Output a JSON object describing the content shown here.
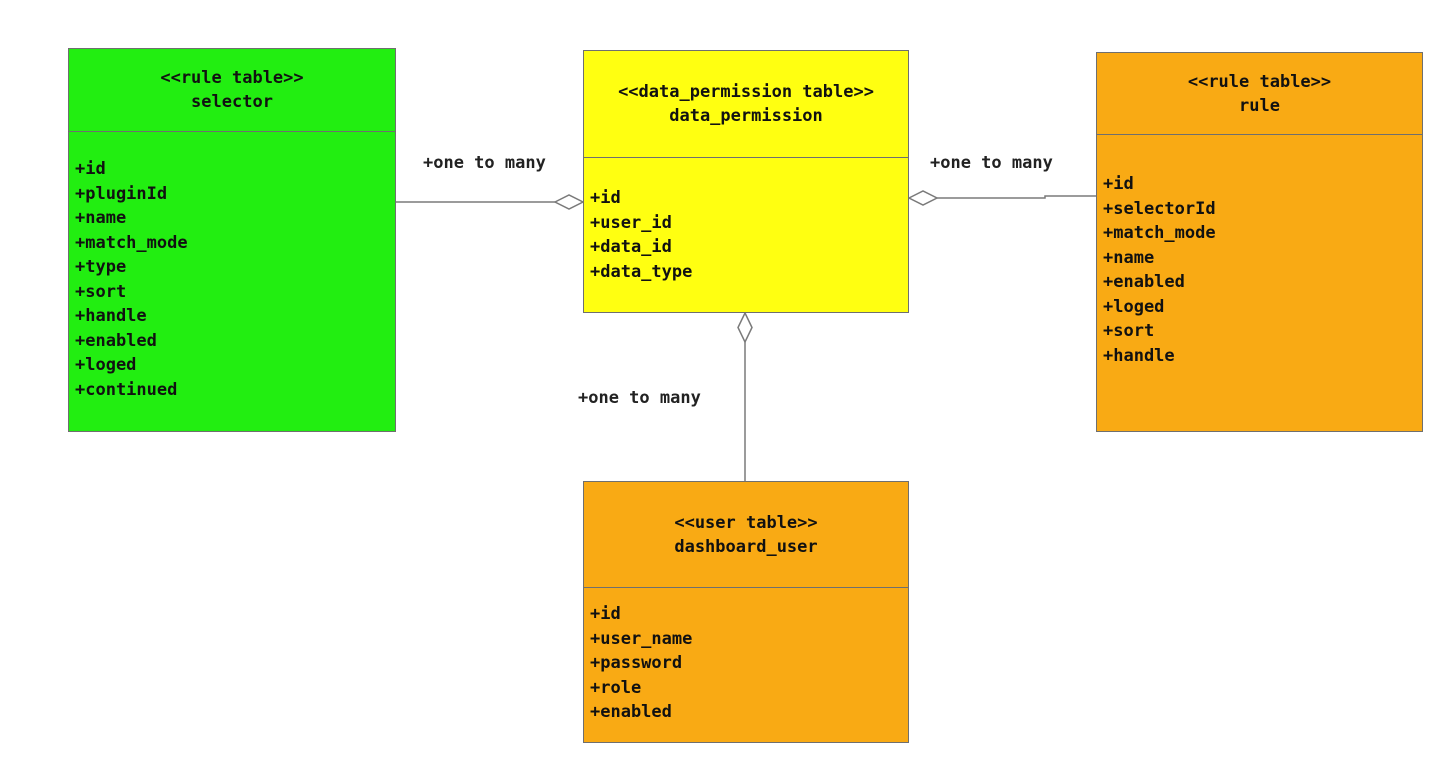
{
  "colors": {
    "green": "#22ee11",
    "yellow": "#ffff11",
    "orange": "#f9aa14",
    "line": "#7a7a7a"
  },
  "classes": {
    "selector": {
      "stereotype": "<<rule table>>",
      "name": "selector",
      "attributes": [
        "+id",
        "+pluginId",
        "+name",
        "+match_mode",
        "+type",
        "+sort",
        "+handle",
        "+enabled",
        "+loged",
        "+continued"
      ]
    },
    "data_permission": {
      "stereotype": "<<data_permission table>>",
      "name": "data_permission",
      "attributes": [
        "+id",
        "+user_id",
        "+data_id",
        "+data_type"
      ]
    },
    "rule": {
      "stereotype": "<<rule table>>",
      "name": "rule",
      "attributes": [
        "+id",
        "+selectorId",
        "+match_mode",
        "+name",
        "+enabled",
        "+loged",
        "+sort",
        "+handle"
      ]
    },
    "dashboard_user": {
      "stereotype": "<<user table>>",
      "name": "dashboard_user",
      "attributes": [
        "+id",
        "+user_name",
        "+password",
        "+role",
        "+enabled"
      ]
    }
  },
  "associations": {
    "selector_to_permission": "+one to many",
    "rule_to_permission": "+one to many",
    "user_to_permission": "+one to many"
  }
}
